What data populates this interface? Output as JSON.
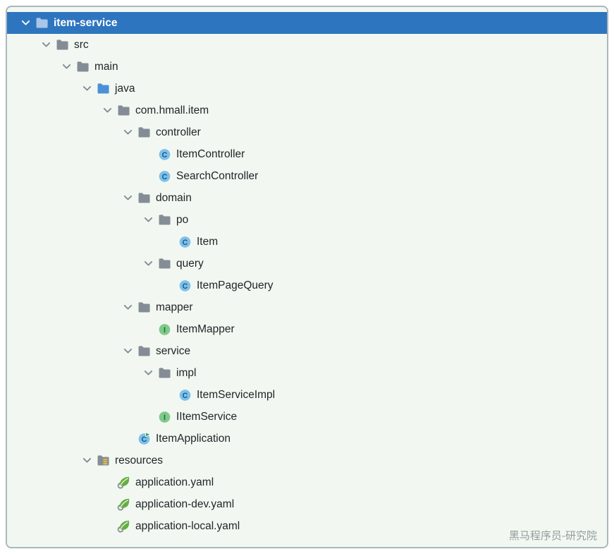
{
  "watermark": "黑马程序员-研究院",
  "colors": {
    "selection": "#2E75BF",
    "panel_background": "#F2F8F1",
    "panel_border": "#A9B7BE",
    "text": "#212529",
    "selected_text": "#FFFFFF",
    "chevron": "#7E8A94",
    "folder": "#848D96",
    "module_folder": "#A9C6E8",
    "source_folder": "#4D90D8",
    "resources_stripes": "#F4C430",
    "class_bg": "#7FC0EA",
    "class_fg": "#135C8D",
    "interface_bg": "#7FC98B",
    "interface_fg": "#1F6B33",
    "run_arrow": "#3FA45B",
    "spring_leaf": "#67AD45"
  },
  "tree": {
    "rows": [
      {
        "label": "item-service",
        "level": 0,
        "icon": "module-folder",
        "expandable": true,
        "expanded": true,
        "selected": true
      },
      {
        "label": "src",
        "level": 1,
        "icon": "folder",
        "expandable": true,
        "expanded": true
      },
      {
        "label": "main",
        "level": 2,
        "icon": "folder",
        "expandable": true,
        "expanded": true
      },
      {
        "label": "java",
        "level": 3,
        "icon": "source-folder",
        "expandable": true,
        "expanded": true
      },
      {
        "label": "com.hmall.item",
        "level": 4,
        "icon": "package",
        "expandable": true,
        "expanded": true
      },
      {
        "label": "controller",
        "level": 5,
        "icon": "package",
        "expandable": true,
        "expanded": true
      },
      {
        "label": "ItemController",
        "level": 6,
        "icon": "class",
        "expandable": false
      },
      {
        "label": "SearchController",
        "level": 6,
        "icon": "class",
        "expandable": false
      },
      {
        "label": "domain",
        "level": 5,
        "icon": "package",
        "expandable": true,
        "expanded": true
      },
      {
        "label": "po",
        "level": 6,
        "icon": "package",
        "expandable": true,
        "expanded": true
      },
      {
        "label": "Item",
        "level": 7,
        "icon": "class",
        "expandable": false
      },
      {
        "label": "query",
        "level": 6,
        "icon": "package",
        "expandable": true,
        "expanded": true
      },
      {
        "label": "ItemPageQuery",
        "level": 7,
        "icon": "class",
        "expandable": false
      },
      {
        "label": "mapper",
        "level": 5,
        "icon": "package",
        "expandable": true,
        "expanded": true
      },
      {
        "label": "ItemMapper",
        "level": 6,
        "icon": "interface",
        "expandable": false
      },
      {
        "label": "service",
        "level": 5,
        "icon": "package",
        "expandable": true,
        "expanded": true
      },
      {
        "label": "impl",
        "level": 6,
        "icon": "package",
        "expandable": true,
        "expanded": true
      },
      {
        "label": "ItemServiceImpl",
        "level": 7,
        "icon": "class",
        "expandable": false
      },
      {
        "label": "IItemService",
        "level": 6,
        "icon": "interface",
        "expandable": false
      },
      {
        "label": "ItemApplication",
        "level": 5,
        "icon": "boot-class",
        "expandable": false
      },
      {
        "label": "resources",
        "level": 3,
        "icon": "resources-folder",
        "expandable": true,
        "expanded": true
      },
      {
        "label": "application.yaml",
        "level": 4,
        "icon": "spring-yaml",
        "expandable": false
      },
      {
        "label": "application-dev.yaml",
        "level": 4,
        "icon": "spring-yaml",
        "expandable": false
      },
      {
        "label": "application-local.yaml",
        "level": 4,
        "icon": "spring-yaml",
        "expandable": false
      }
    ]
  }
}
